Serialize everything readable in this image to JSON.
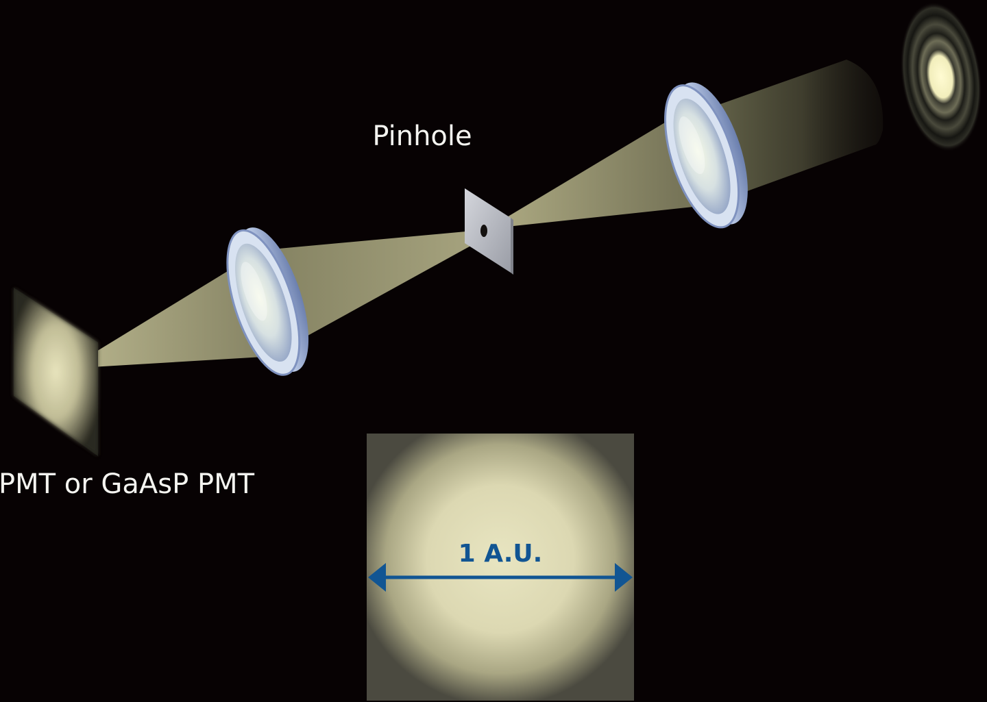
{
  "labels": {
    "pinhole": "Pinhole",
    "detector": "PMT or GaAsP PMT",
    "airy_unit": "1 A.U."
  },
  "colors": {
    "background": "#070203",
    "beam": "#8f8d6c",
    "spot": "#f6f2c2",
    "arrow": "#115593",
    "lens_glass": "#c6d2e8",
    "lens_edge": "#6f82ad",
    "pinhole_plate": "#b9bcc4",
    "text": "#f4f4f0"
  },
  "icons": {
    "arrow": "double-headed-arrow",
    "lens": "biconvex-lens",
    "pinhole": "pinhole-plate",
    "detector": "detector-plate",
    "airy": "airy-pattern"
  }
}
